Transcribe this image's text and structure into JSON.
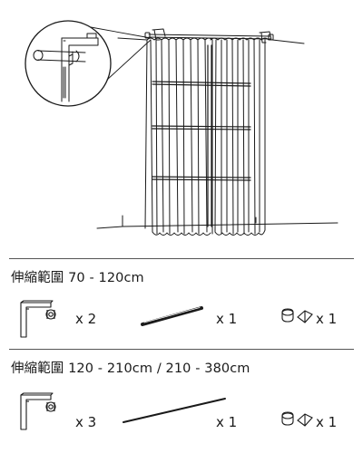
{
  "sections": [
    {
      "title": "伸縮範圍 70 - 120cm",
      "items": [
        {
          "icon": "bracket-icon",
          "qty": "x 2"
        },
        {
          "icon": "rod-icon",
          "qty": "x 1"
        },
        {
          "icon": "end-cap-icon",
          "qty": "x 1"
        }
      ]
    },
    {
      "title": "伸縮範圍 120 - 210cm / 210 - 380cm",
      "items": [
        {
          "icon": "bracket-icon",
          "qty": "x 3"
        },
        {
          "icon": "rod-icon",
          "qty": "x 1"
        },
        {
          "icon": "end-cap-icon",
          "qty": "x 1"
        }
      ]
    }
  ]
}
